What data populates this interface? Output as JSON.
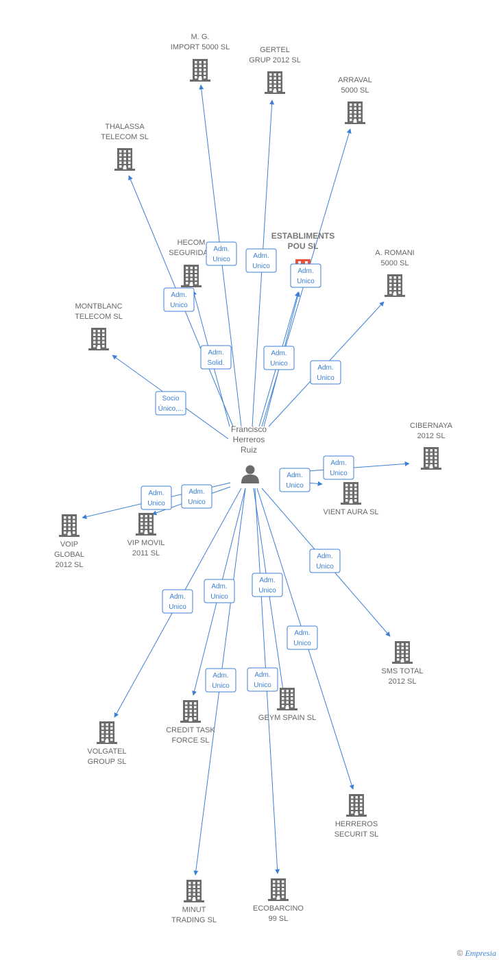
{
  "colors": {
    "edge": "#3b7fd4",
    "building": "#6b6b6b",
    "highlight_building": "#e8553c",
    "person": "#6b6b6b"
  },
  "center": {
    "name_lines": [
      "Francisco",
      "Herreros",
      "Ruiz"
    ],
    "icon": "person-icon"
  },
  "companies": [
    {
      "id": "mg-import",
      "lines": [
        "M. G.",
        "IMPORT 5000 SL"
      ],
      "icon": "building-icon"
    },
    {
      "id": "gertel",
      "lines": [
        "GERTEL",
        "GRUP 2012 SL"
      ],
      "icon": "building-icon"
    },
    {
      "id": "arraval",
      "lines": [
        "ARRAVAL",
        "5000 SL"
      ],
      "icon": "building-icon"
    },
    {
      "id": "thalassa",
      "lines": [
        "THALASSA",
        "TELECOM SL"
      ],
      "icon": "building-icon"
    },
    {
      "id": "establiments",
      "lines": [
        "ESTABLIMENTS",
        "POU SL"
      ],
      "icon": "building-icon",
      "highlight": true
    },
    {
      "id": "hecom",
      "lines": [
        "HECOM",
        "SEGURIDAD"
      ],
      "icon": "building-icon"
    },
    {
      "id": "a-romani",
      "lines": [
        "A. ROMANI",
        "5000 SL"
      ],
      "icon": "building-icon"
    },
    {
      "id": "montblanc",
      "lines": [
        "MONTBLANC",
        "TELECOM SL"
      ],
      "icon": "building-icon"
    },
    {
      "id": "cibernaya",
      "lines": [
        "CIBERNAYA",
        "2012 SL"
      ],
      "icon": "building-icon"
    },
    {
      "id": "vient-aura",
      "lines": [
        "VIENT AURA SL"
      ],
      "icon": "building-icon"
    },
    {
      "id": "voip-global",
      "lines": [
        "VOIP",
        "GLOBAL",
        "2012 SL"
      ],
      "icon": "building-icon"
    },
    {
      "id": "vip-movil",
      "lines": [
        "VIP MOVIL",
        "2011 SL"
      ],
      "icon": "building-icon"
    },
    {
      "id": "sms-total",
      "lines": [
        "SMS TOTAL",
        "2012 SL"
      ],
      "icon": "building-icon"
    },
    {
      "id": "credit-task",
      "lines": [
        "CREDIT TASK",
        "FORCE SL"
      ],
      "icon": "building-icon"
    },
    {
      "id": "geym-spain",
      "lines": [
        "GEYM SPAIN SL"
      ],
      "icon": "building-icon"
    },
    {
      "id": "volgatel",
      "lines": [
        "VOLGATEL",
        "GROUP SL"
      ],
      "icon": "building-icon"
    },
    {
      "id": "herreros-securit",
      "lines": [
        "HERREROS",
        "SECURIT SL"
      ],
      "icon": "building-icon"
    },
    {
      "id": "minut-trading",
      "lines": [
        "MINUT",
        "TRADING SL"
      ],
      "icon": "building-icon"
    },
    {
      "id": "ecobarcino",
      "lines": [
        "ECOBARCINO",
        "99 SL"
      ],
      "icon": "building-icon"
    }
  ],
  "relations": [
    {
      "to": "mg-import",
      "lines": [
        "Adm.",
        "Unico"
      ]
    },
    {
      "to": "gertel",
      "lines": [
        "Adm.",
        "Unico"
      ]
    },
    {
      "to": "arraval",
      "lines": [
        "Adm.",
        "Unico"
      ]
    },
    {
      "to": "thalassa",
      "lines": [
        "Adm.",
        "Unico"
      ]
    },
    {
      "to": "establiments",
      "lines": [
        "Adm.",
        "Unico"
      ]
    },
    {
      "to": "hecom",
      "lines": [
        "Adm.",
        "Solid."
      ]
    },
    {
      "to": "establiments",
      "lines": [
        "Adm.",
        "Unico"
      ]
    },
    {
      "to": "a-romani",
      "lines": [
        "Adm.",
        "Unico"
      ]
    },
    {
      "to": "montblanc",
      "lines": [
        "Socio",
        "Único,..."
      ]
    },
    {
      "to": "cibernaya",
      "lines": [
        "Adm.",
        "Unico"
      ]
    },
    {
      "to": "vient-aura",
      "lines": [
        "Adm.",
        "Unico"
      ]
    },
    {
      "to": "voip-global",
      "lines": [
        "Adm.",
        "Unico"
      ]
    },
    {
      "to": "vip-movil",
      "lines": [
        "Adm.",
        "Unico"
      ]
    },
    {
      "to": "sms-total",
      "lines": [
        "Adm.",
        "Unico"
      ]
    },
    {
      "to": "credit-task",
      "lines": [
        "Adm.",
        "Unico"
      ]
    },
    {
      "to": "geym-spain",
      "lines": [
        "Adm.",
        "Unico"
      ]
    },
    {
      "to": "volgatel",
      "lines": [
        "Adm.",
        "Unico"
      ]
    },
    {
      "to": "herreros-securit",
      "lines": [
        "Adm.",
        "Unico"
      ]
    },
    {
      "to": "minut-trading",
      "lines": [
        "Adm.",
        "Unico"
      ]
    },
    {
      "to": "ecobarcino",
      "lines": [
        "Adm.",
        "Unico"
      ]
    }
  ],
  "footer": {
    "copyright": "©",
    "brand": "Empresia"
  }
}
